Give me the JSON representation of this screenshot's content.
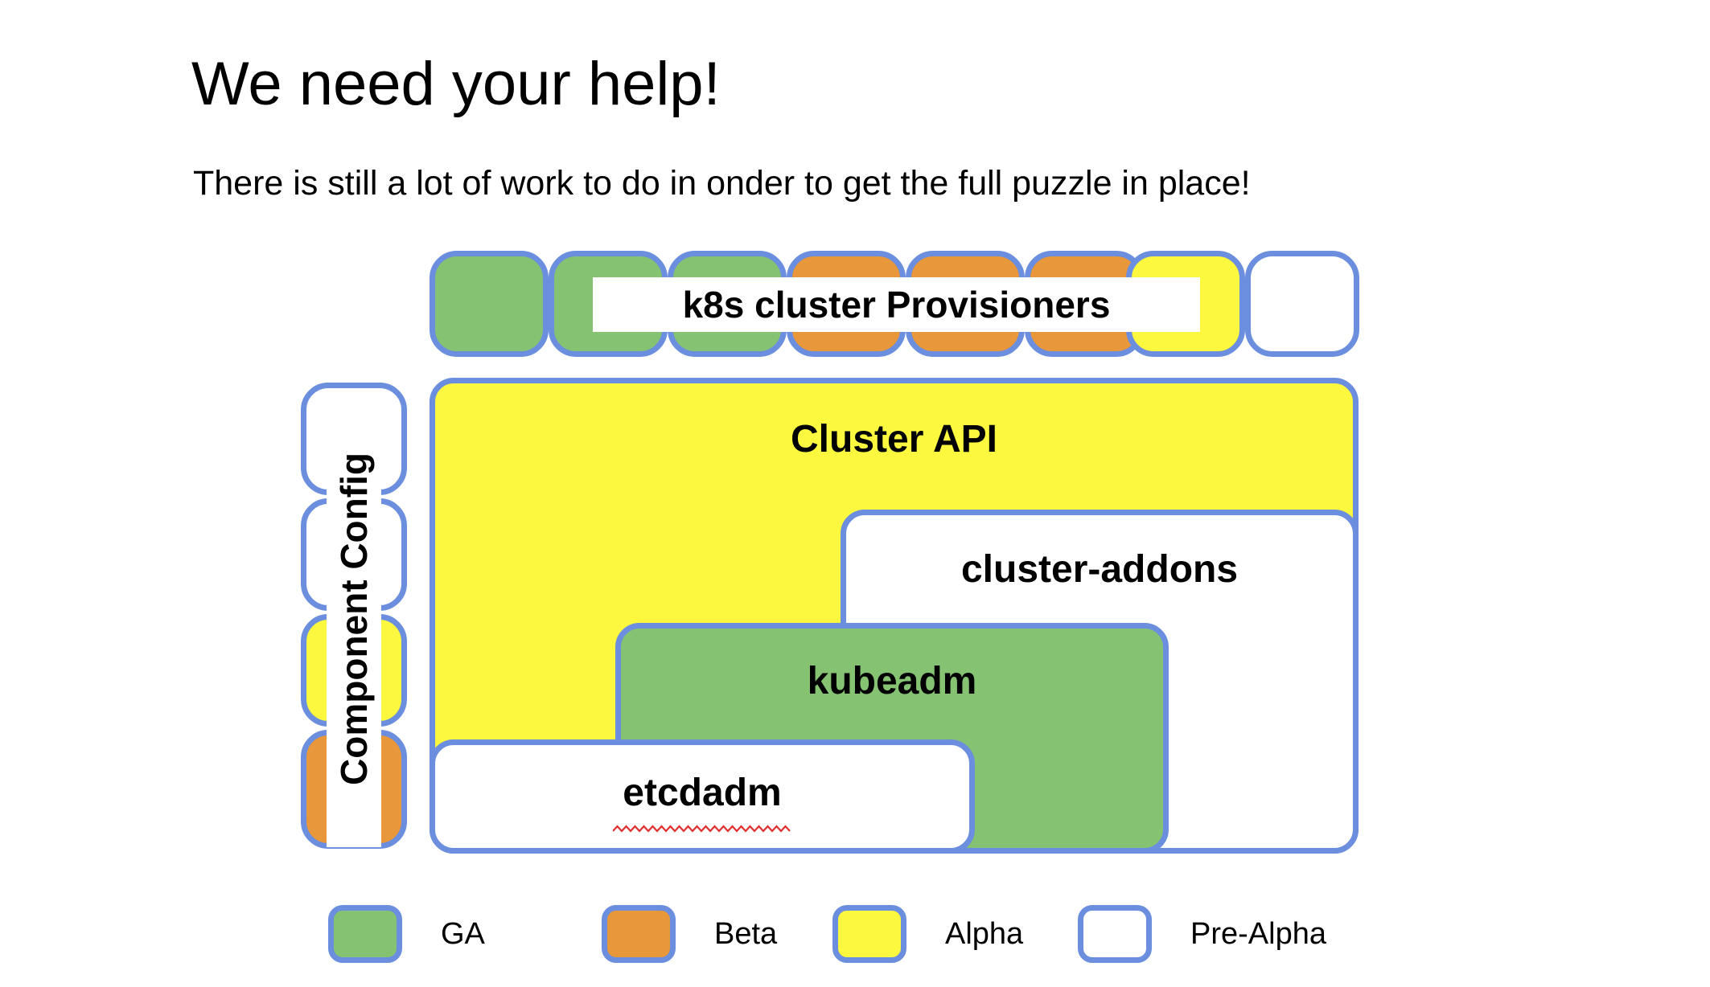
{
  "slide": {
    "title": "We need your help!",
    "subtitle": "There is still a lot of work to do in onder to get the full puzzle in place!"
  },
  "diagram": {
    "provisioners": {
      "label": "k8s cluster Provisioners",
      "cells": [
        {
          "name": "provisioner-1",
          "status": "GA",
          "color": "#85c372"
        },
        {
          "name": "provisioner-2",
          "status": "GA",
          "color": "#85c372"
        },
        {
          "name": "provisioner-3",
          "status": "GA",
          "color": "#85c372"
        },
        {
          "name": "provisioner-4",
          "status": "Beta",
          "color": "#e8973a"
        },
        {
          "name": "provisioner-5",
          "status": "Beta",
          "color": "#e8973a"
        },
        {
          "name": "provisioner-6",
          "status": "Beta",
          "color": "#e8973a"
        },
        {
          "name": "provisioner-7",
          "status": "Alpha",
          "color": "#fbf83f"
        },
        {
          "name": "provisioner-8",
          "status": "Pre-Alpha",
          "color": "#ffffff"
        }
      ]
    },
    "component_config": {
      "label": "Component Config",
      "cells": [
        {
          "name": "component-config-1",
          "status": "Pre-Alpha",
          "color": "#ffffff"
        },
        {
          "name": "component-config-2",
          "status": "Pre-Alpha",
          "color": "#ffffff"
        },
        {
          "name": "component-config-3",
          "status": "Alpha",
          "color": "#fbf83f"
        },
        {
          "name": "component-config-4",
          "status": "Beta",
          "color": "#e8973a"
        }
      ]
    },
    "blocks": [
      {
        "name": "cluster-api",
        "label": "Cluster API",
        "status": "Alpha",
        "color": "#fbf83f"
      },
      {
        "name": "cluster-addons",
        "label": "cluster-addons",
        "status": "Pre-Alpha",
        "color": "#ffffff"
      },
      {
        "name": "kubeadm",
        "label": "kubeadm",
        "status": "GA",
        "color": "#85c372"
      },
      {
        "name": "etcdadm",
        "label": "etcdadm",
        "status": "Pre-Alpha",
        "color": "#ffffff",
        "spellcheck_underline": true
      }
    ]
  },
  "legend": {
    "items": [
      {
        "label": "GA",
        "color": "#85c372"
      },
      {
        "label": "Beta",
        "color": "#e8973a"
      },
      {
        "label": "Alpha",
        "color": "#fbf83f"
      },
      {
        "label": "Pre-Alpha",
        "color": "#ffffff"
      }
    ]
  },
  "colors": {
    "border": "#6b8ede",
    "ga": "#85c372",
    "beta": "#e8973a",
    "alpha": "#fbf83f",
    "pre_alpha": "#ffffff",
    "spellcheck": "#e03030",
    "text": "#000000",
    "background": "#ffffff"
  }
}
